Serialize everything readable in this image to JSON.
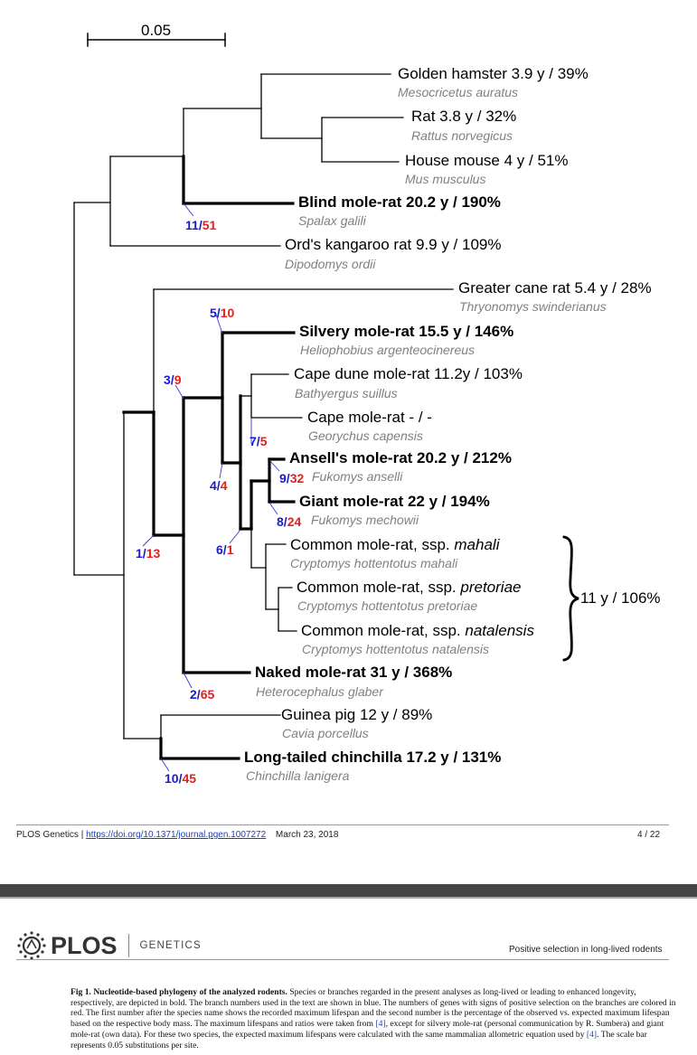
{
  "scale_bar": {
    "label": "0.05"
  },
  "tips": [
    {
      "name": "Golden hamster 3.9 y / 39%",
      "species": "Mesocricetus auratus",
      "bold": false
    },
    {
      "name": "Rat 3.8 y / 32%",
      "species": "Rattus norvegicus",
      "bold": false
    },
    {
      "name": "House mouse 4 y / 51%",
      "species": "Mus musculus",
      "bold": false
    },
    {
      "name": "Blind mole-rat 20.2 y / 190%",
      "species": "Spalax galili",
      "bold": true
    },
    {
      "name": "Ord's kangaroo rat 9.9 y / 109%",
      "species": "Dipodomys ordii",
      "bold": false
    },
    {
      "name": "Greater cane rat 5.4 y / 28%",
      "species": "Thryonomys swinderianus",
      "bold": false
    },
    {
      "name": "Silvery mole-rat 15.5 y / 146%",
      "species": "Heliophobius argenteocinereus",
      "bold": true
    },
    {
      "name": "Cape dune mole-rat 11.2y / 103%",
      "species": "Bathyergus suillus",
      "bold": false
    },
    {
      "name": "Cape mole-rat - / -",
      "species": "Georychus capensis",
      "bold": false
    },
    {
      "name": "Ansell's mole-rat 20.2 y / 212%",
      "species": "Fukomys anselli",
      "bold": true
    },
    {
      "name": "Giant mole-rat 22 y / 194%",
      "species": "Fukomys mechowii",
      "bold": true
    },
    {
      "name_prefix": "Common mole-rat, ssp. ",
      "name_ssp": "mahali",
      "species": "Cryptomys hottentotus mahali",
      "bold": false
    },
    {
      "name_prefix": "Common mole-rat, ssp. ",
      "name_ssp": "pretoriae",
      "species": "Cryptomys hottentotus pretoriae",
      "bold": false
    },
    {
      "name_prefix": "Common mole-rat, ssp. ",
      "name_ssp": "natalensis",
      "species": "Cryptomys hottentotus natalensis",
      "bold": false
    },
    {
      "name": "Naked mole-rat 31 y / 368%",
      "species": "Heterocephalus glaber",
      "bold": true
    },
    {
      "name": "Guinea pig 12 y / 89%",
      "species": "Cavia porcellus",
      "bold": false
    },
    {
      "name": "Long-tailed chinchilla 17.2 y / 131%",
      "species": "Chinchilla lanigera",
      "bold": true
    }
  ],
  "branch_numbers": [
    {
      "branch": "11",
      "genes": "51"
    },
    {
      "branch": "5",
      "genes": "10"
    },
    {
      "branch": "3",
      "genes": "9"
    },
    {
      "branch": "7",
      "genes": "5"
    },
    {
      "branch": "4",
      "genes": "4"
    },
    {
      "branch": "9",
      "genes": "32"
    },
    {
      "branch": "8",
      "genes": "24"
    },
    {
      "branch": "1",
      "genes": "13"
    },
    {
      "branch": "6",
      "genes": "1"
    },
    {
      "branch": "2",
      "genes": "65"
    },
    {
      "branch": "10",
      "genes": "45"
    }
  ],
  "bracket_label": "11 y / 106%",
  "colors": {
    "branch_number": "#1a1acc",
    "gene_count": "#e4201c",
    "species": "#808080",
    "link": "#1a3fbf"
  },
  "footer": {
    "journal": "PLOS Genetics",
    "separator": " | ",
    "doi": "https://doi.org/10.1371/journal.pgen.1007272",
    "date": "March 23, 2018",
    "page": "4 / 22"
  },
  "header": {
    "logo_word": "PLOS",
    "logo_section": "GENETICS",
    "running_title": "Positive selection in long-lived rodents"
  },
  "caption": {
    "title": "Fig 1. Nucleotide-based phylogeny of the analyzed rodents.",
    "text_part1": " Species or branches regarded in the present analyses as long-lived or leading to enhanced longevity, respectively, are depicted in bold. The branch numbers used in the text are shown in blue. The numbers of genes with signs of positive selection on the branches are colored in red. The first number after the species name shows the recorded maximum lifespan and the second number is the percentage of the observed vs. expected maximum lifespan based on the respective body mass. The maximum lifespans and ratios were taken from ",
    "ref1": "[4]",
    "text_part2": ", except for silvery mole-rat (personal communication by R. Sumbera) and giant mole-rat (own data). For these two species, the expected maximum lifespans were calculated with the same mammalian allometric equation used by ",
    "ref2": "[4]",
    "text_part3": ". The scale bar represents 0.05 substitutions per site."
  }
}
